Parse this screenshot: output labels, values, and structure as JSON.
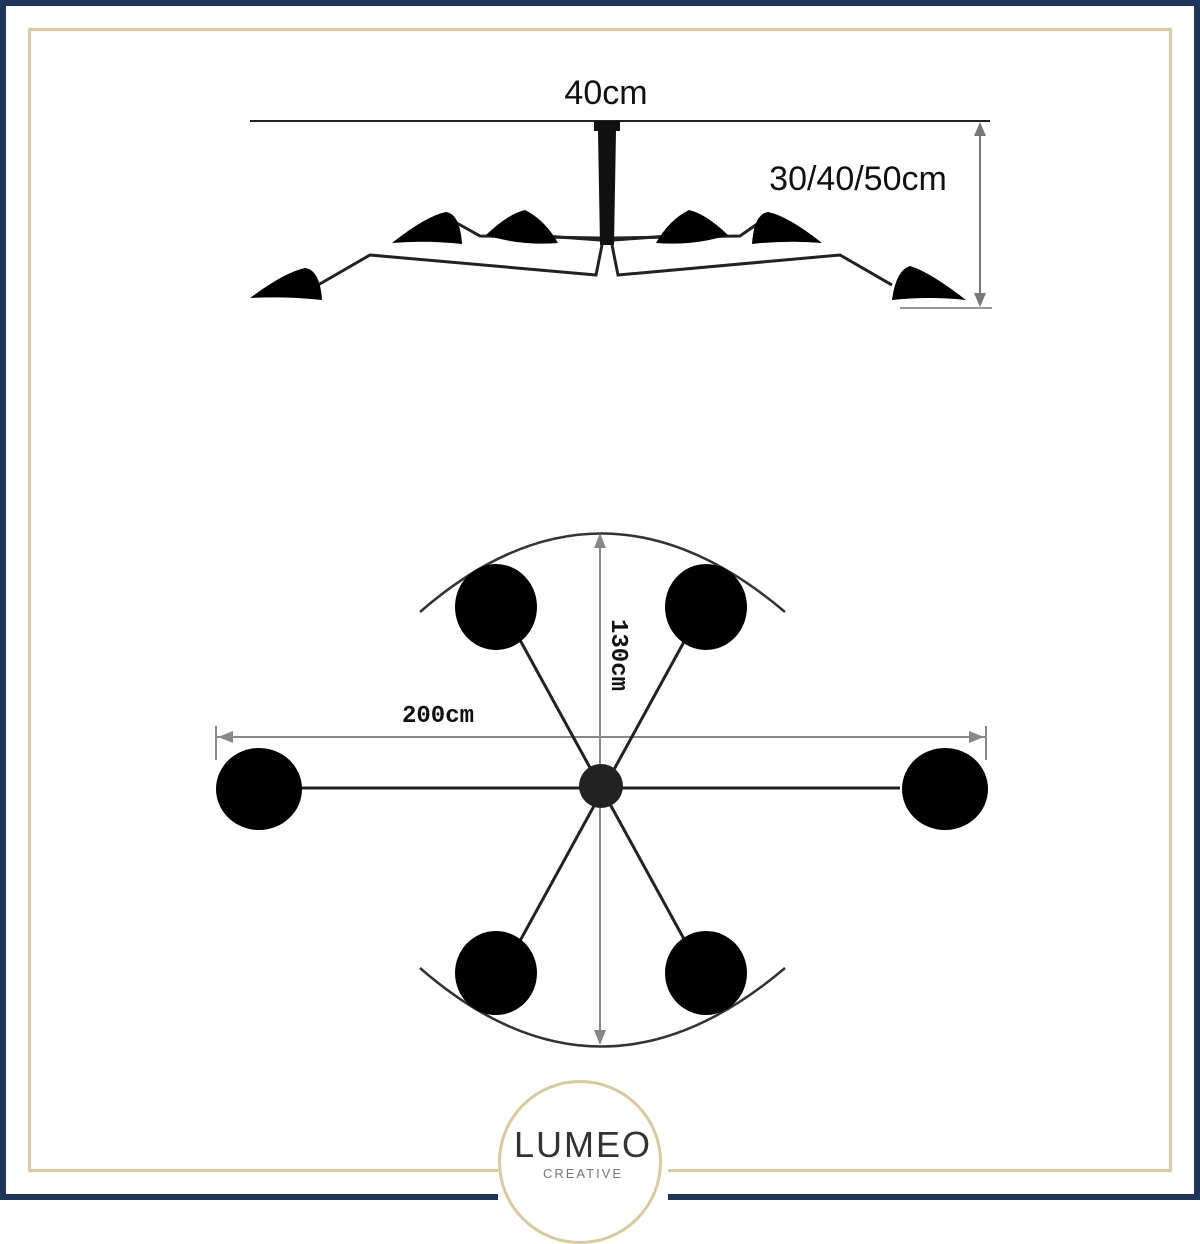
{
  "dimensions": {
    "top_width": "40cm",
    "drop_height": "30/40/50cm",
    "plan_depth": "130cm",
    "plan_width": "200cm"
  },
  "logo": {
    "name": "LUMEO",
    "sub": "CREATIVE"
  },
  "colors": {
    "frame_outer": "#1f3557",
    "frame_inner": "#d8c9a0",
    "lamp": "#000000"
  }
}
